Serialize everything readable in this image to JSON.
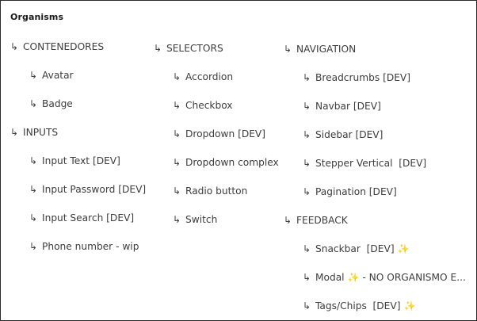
{
  "title": "Organisms",
  "sparkle_glyph": "✨",
  "col1": {
    "contenedores": "CONTENEDORES",
    "avatar": "Avatar",
    "badge": "Badge",
    "inputs": "INPUTS",
    "input_text": "Input Text [DEV]",
    "input_password": "Input Password [DEV]",
    "input_search": "Input Search [DEV]",
    "phone_number": "Phone number - wip"
  },
  "col2": {
    "selectors": "SELECTORS",
    "accordion": "Accordion",
    "checkbox": "Checkbox",
    "dropdown": "Dropdown [DEV]",
    "dropdown_complex": "Dropdown complex",
    "radio_button": "Radio button",
    "switch": "Switch"
  },
  "col3": {
    "navigation": "NAVIGATION",
    "breadcrumbs": "Breadcrumbs [DEV]",
    "navbar": "Navbar [DEV]",
    "sidebar": "Sidebar [DEV]",
    "stepper_vertical": "Stepper Vertical  [DEV]",
    "pagination": "Pagination [DEV]",
    "feedback": "FEEDBACK",
    "snackbar": "Snackbar  [DEV]",
    "modal": "Modal",
    "modal_suffix": " - NO ORGANISMO E...",
    "tags_chips": "Tags/Chips  [DEV]"
  }
}
